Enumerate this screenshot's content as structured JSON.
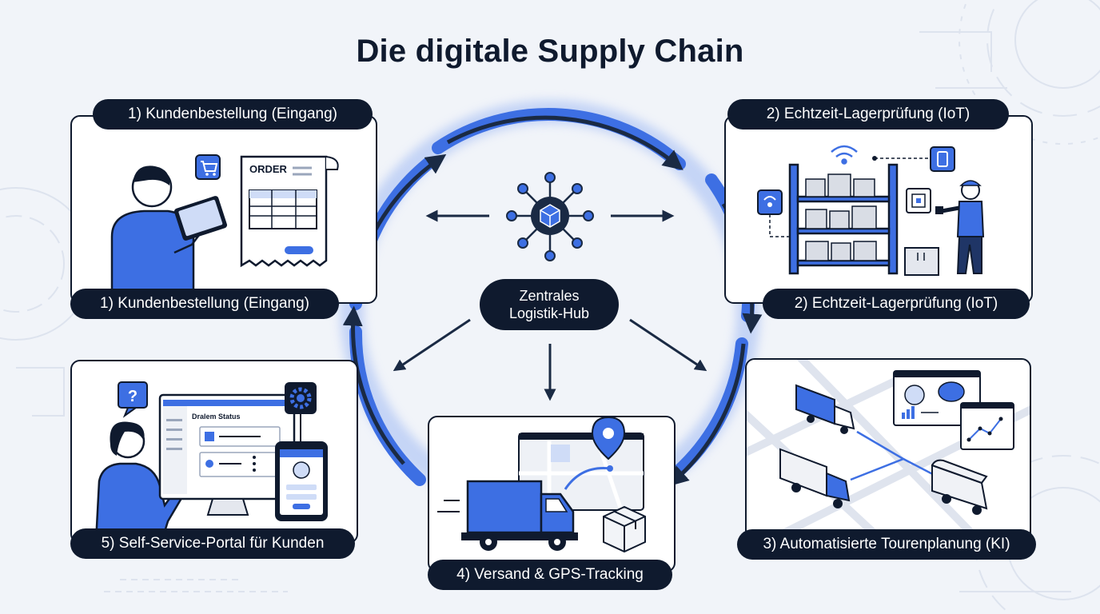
{
  "title": "Die digitale Supply Chain",
  "hub": {
    "line1": "Zentrales",
    "line2": "Logistik-Hub"
  },
  "steps": [
    {
      "top_label": "1)  Kundenbestellung (Eingang)",
      "bottom_label": "1) Kundenbestellung (Eingang)",
      "order_text": "ORDER"
    },
    {
      "top_label": "2)  Echtzeit-Lagerprüfung (IoT)",
      "bottom_label": "2) Echtzeit-Lagerprüfung (IoT)"
    },
    {
      "bottom_label": "3) Automatisierte Tourenplanung (KI)"
    },
    {
      "bottom_label": "4) Versand & GPS-Tracking"
    },
    {
      "bottom_label": "5) Self-Service-Portal für Kunden",
      "portal_text": "Dralem Status",
      "question_mark": "?"
    }
  ],
  "colors": {
    "accent": "#3d6fe3",
    "dark": "#0f1a2e",
    "light_blue": "#cfdcf7",
    "background": "#f1f4f9"
  }
}
